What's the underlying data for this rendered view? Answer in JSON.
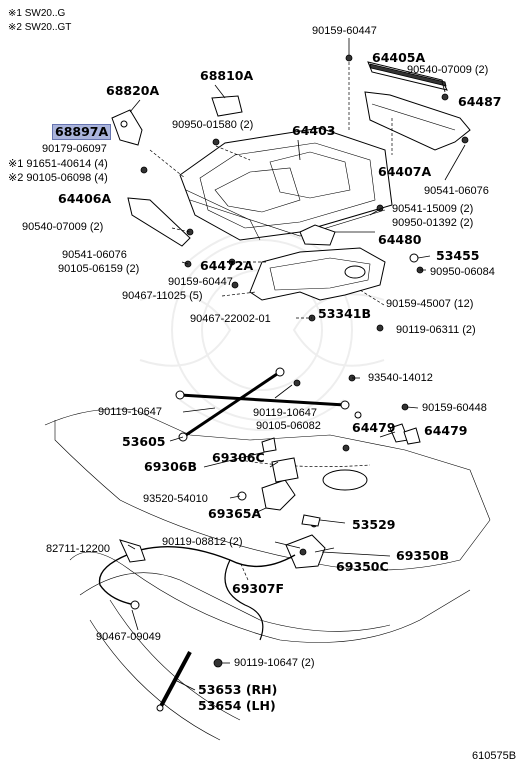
{
  "notes": [
    "※1 SW20..G",
    "※2 SW20..GT"
  ],
  "figure_id": "610575B",
  "labels": {
    "l90159_60447_top": "90159-60447",
    "l64405A": "64405A",
    "l90540_07009_tr": "90540-07009 (2)",
    "l64487": "64487",
    "l68820A": "68820A",
    "l68810A": "68810A",
    "l68897A": "68897A",
    "l90179_06097": "90179-06097",
    "l90950_01580": "90950-01580 (2)",
    "l64403": "64403",
    "l91651_40614": "※1 91651-40614 (4)",
    "l90105_06098": "※2 90105-06098 (4)",
    "l64407A": "64407A",
    "l90541_06076_r": "90541-06076",
    "l64406A": "64406A",
    "l90541_15009": "90541-15009 (2)",
    "l90950_01392": "90950-01392 (2)",
    "l90540_07009_l": "90540-07009 (2)",
    "l64480": "64480",
    "l90541_06076_l": "90541-06076",
    "l53455": "53455",
    "l90105_06159": "90105-06159 (2)",
    "l64472A": "64472A",
    "l90950_06084": "90950-06084",
    "l90159_60447_mid": "90159-60447",
    "l90467_11025": "90467-11025 (5)",
    "l90159_45007": "90159-45007 (12)",
    "l90467_22002": "90467-22002-01",
    "l53341B": "53341B",
    "l90119_06311": "90119-06311 (2)",
    "l93540_14012": "93540-14012",
    "l90119_10647_l": "90119-10647",
    "l90119_10647_m": "90119-10647",
    "l90159_60448": "90159-60448",
    "l90105_06082": "90105-06082",
    "l53605": "53605",
    "l64479_a": "64479",
    "l64479_b": "64479",
    "l69306C": "69306C",
    "l69306B": "69306B",
    "l93520_54010": "93520-54010",
    "l69365A": "69365A",
    "l53529": "53529",
    "l90119_08812": "90119-08812 (2)",
    "l82711_12200": "82711-12200",
    "l69350B": "69350B",
    "l69350C": "69350C",
    "l69307F": "69307F",
    "l90467_09049": "90467-09049",
    "l90119_10647_b": "90119-10647 (2)",
    "l53653": "53653 (RH)",
    "l53654": "53654 (LH)"
  }
}
